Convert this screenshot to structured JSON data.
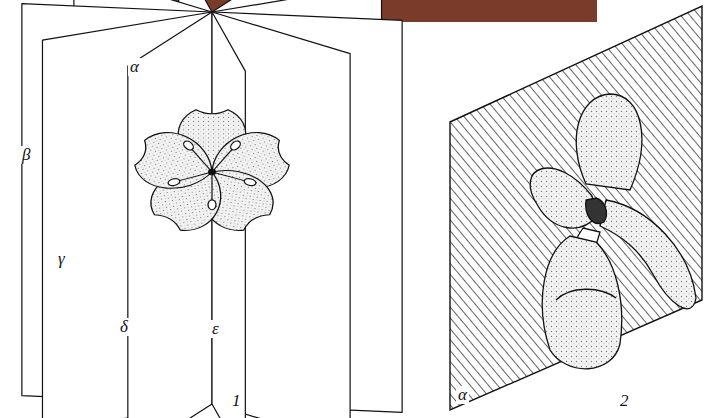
{
  "diagram": {
    "labels": [
      "α",
      "β",
      "γ",
      "δ",
      "ε",
      "1",
      "α",
      "2"
    ]
  }
}
